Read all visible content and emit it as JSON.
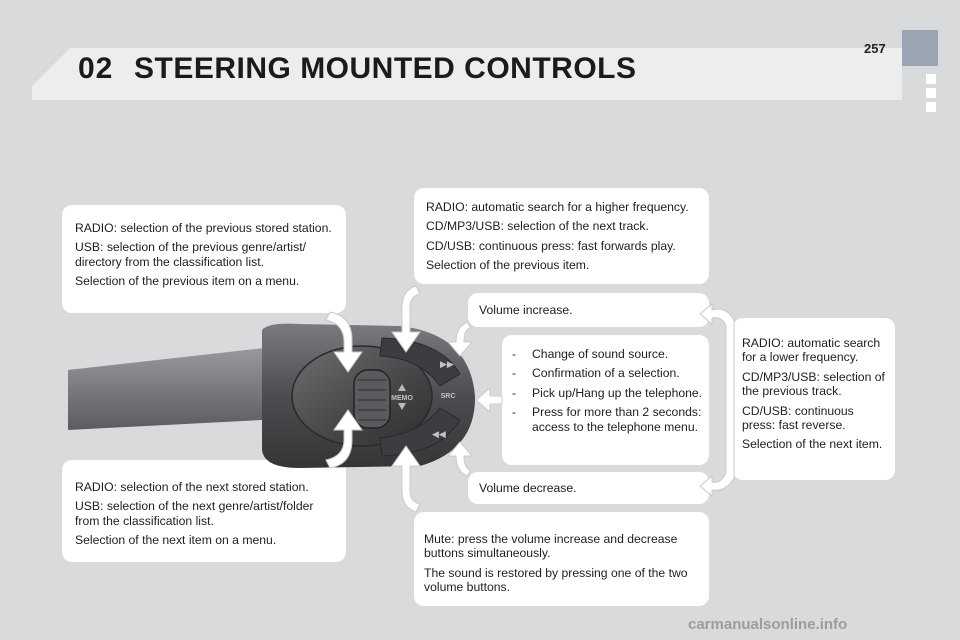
{
  "header": {
    "chapter_number": "02",
    "chapter_title": "STEERING MOUNTED CONTROLS",
    "page_number": "257"
  },
  "control_labels": {
    "memo": "MEMO",
    "src": "SRC"
  },
  "callouts": {
    "previous_station": [
      "RADIO: selection of the previous stored station.",
      "USB: selection of the previous genre/artist/ directory from the classification list.",
      "Selection of the previous item on a menu."
    ],
    "higher_frequency": [
      "RADIO: automatic search for a higher frequency.",
      "CD/MP3/USB: selection of the next track.",
      "CD/USB: continuous press: fast forwards play.",
      "Selection of the previous item."
    ],
    "volume_increase": "Volume increase.",
    "src_button": [
      "Change of sound source.",
      "Confirmation of a selection.",
      "Pick up/Hang up the telephone.",
      "Press for more than 2 seconds: access to the telephone menu."
    ],
    "lower_frequency": [
      "RADIO: automatic search for a lower frequency.",
      "CD/MP3/USB: selection of the previous track.",
      "CD/USB: continuous press: fast reverse.",
      "Selection of the next item."
    ],
    "volume_decrease": "Volume decrease.",
    "next_station": [
      "RADIO: selection of the next stored station.",
      "USB: selection of the next genre/artist/folder from the classification list.",
      "Selection of the next item on a menu."
    ],
    "mute": [
      "Mute: press the volume increase and decrease buttons simultaneously.",
      "The sound is restored by pressing one of the two volume buttons."
    ]
  },
  "footer": {
    "watermark": "carmanualsonline.info"
  },
  "colors": {
    "background": "#d9dadc",
    "title_band": "#ededee",
    "tab_accent": "#9aa6b4",
    "panel": "#ffffff",
    "control_stalk": "#4a4a4c"
  }
}
